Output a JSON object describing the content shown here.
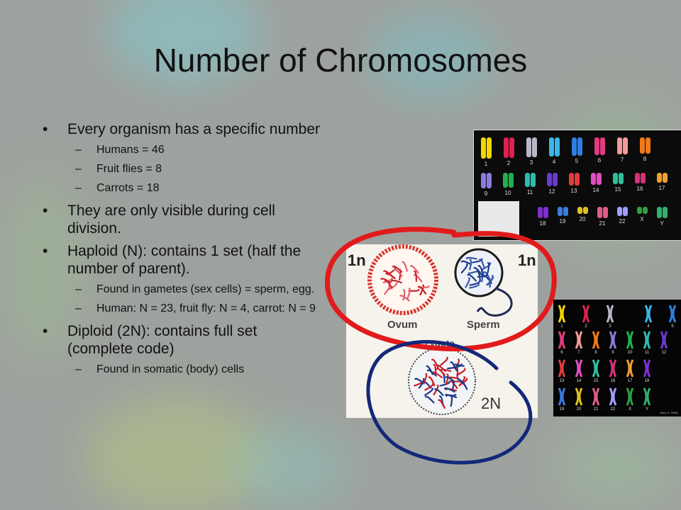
{
  "slide": {
    "title": "Number of Chromosomes",
    "bullets": [
      {
        "level": 1,
        "text": "Every organism has a specific number"
      },
      {
        "level": 2,
        "text": "Humans = 46"
      },
      {
        "level": 2,
        "text": "Fruit flies = 8"
      },
      {
        "level": 2,
        "text": "Carrots = 18"
      },
      {
        "level": 1,
        "text": "They are only visible during cell division."
      },
      {
        "level": 1,
        "text": "Haploid (N):  contains 1 set (half the number of parent)."
      },
      {
        "level": 2,
        "text": " Found in gametes (sex cells) = sperm, egg."
      },
      {
        "level": 2,
        "text": "Human:  N = 23, fruit fly:  N = 4, carrot: N = 9"
      },
      {
        "level": 1,
        "text": "Diploid (2N):  contains full set (complete code)"
      },
      {
        "level": 2,
        "text": "Found in somatic (body) cells"
      }
    ],
    "bullet_symbol": "•",
    "dash_symbol": "–"
  },
  "karyotype_top": {
    "numbers": [
      "1",
      "2",
      "3",
      "4",
      "5",
      "6",
      "7",
      "8",
      "9",
      "10",
      "11",
      "12",
      "13",
      "14",
      "15",
      "16",
      "17",
      "18",
      "19",
      "20",
      "21",
      "22",
      "X",
      "Y"
    ]
  },
  "karyotype_right": {
    "numbers": [
      "1",
      "2",
      "3",
      "4",
      "5",
      "6",
      "7",
      "8",
      "9",
      "10",
      "11",
      "12",
      "13",
      "14",
      "15",
      "16",
      "17",
      "18",
      "19",
      "20",
      "21",
      "22",
      "X",
      "Y"
    ],
    "credit": "Mary S. Gibbs"
  },
  "cell_diagram": {
    "haploid_left": "1n",
    "haploid_right": "1n",
    "ovum_label": "Ovum",
    "sperm_label": "Sperm",
    "zygote_label": "Zygote",
    "diploid_label": "2N"
  },
  "colors": {
    "red_annotation": "#e11b1b",
    "blue_annotation": "#13287a",
    "bullet_text": "#111111",
    "chromosome_red": "#c8202a",
    "chromosome_blue": "#1c3a8c"
  }
}
